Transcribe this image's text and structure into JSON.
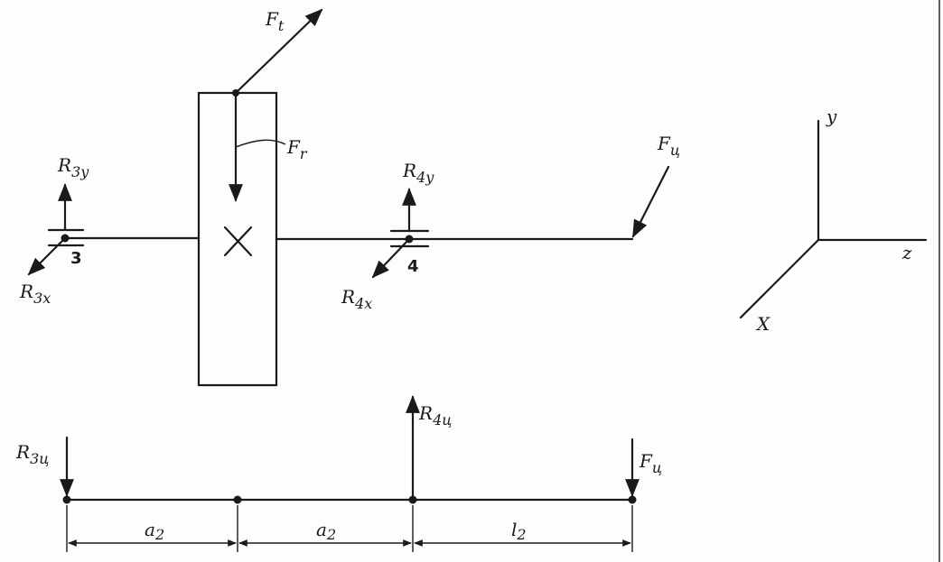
{
  "labels": {
    "ft": "F",
    "ft_sub": "t",
    "fr": "F",
    "fr_sub": "r",
    "r3y": "R",
    "r3y_sub": "3y",
    "r3x": "R",
    "r3x_sub": "3x",
    "support3": "3",
    "r4y": "R",
    "r4y_sub": "4y",
    "r4x": "R",
    "r4x_sub": "4x",
    "support4": "4",
    "fc_top": "F",
    "fc_top_sub": "ц",
    "axis_y": "y",
    "axis_z": "z",
    "axis_x": "X",
    "r3c": "R",
    "r3c_sub": "3ц",
    "r4c": "R",
    "r4c_sub": "4ц",
    "fc_bottom": "F",
    "fc_bottom_sub": "ц",
    "dim1": "a",
    "dim1_sub": "2",
    "dim2": "a",
    "dim2_sub": "2",
    "dim3": "l",
    "dim3_sub": "2"
  }
}
